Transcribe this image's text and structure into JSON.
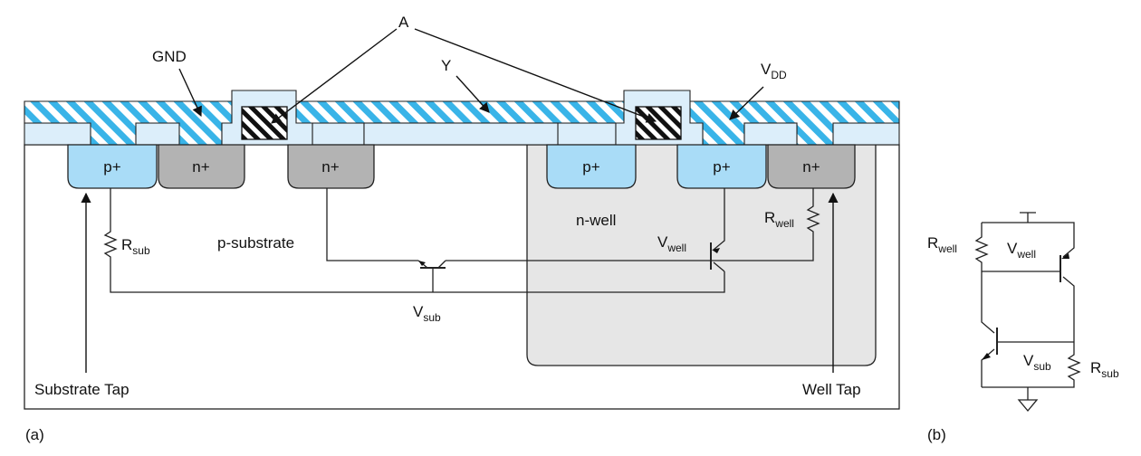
{
  "colors": {
    "oxide": "#dceefa",
    "metal_stripe": "#39b4e8",
    "p_plus": "#a9dcf7",
    "n_plus": "#b3b3b3",
    "n_well": "#e6e6e6",
    "outline": "#222222"
  },
  "panel_a": {
    "caption": "(a)",
    "pointer_a": "A",
    "pointer_gnd": "GND",
    "pointer_y": "Y",
    "vdd": {
      "main": "V",
      "sub": "DD"
    },
    "diffusions": [
      "p+",
      "n+",
      "n+",
      "p+",
      "p+",
      "n+"
    ],
    "p_substrate": "p-substrate",
    "n_well": "n-well",
    "r_sub": {
      "main": "R",
      "sub": "sub"
    },
    "r_well": {
      "main": "R",
      "sub": "well"
    },
    "v_well": {
      "main": "V",
      "sub": "well"
    },
    "v_sub": {
      "main": "V",
      "sub": "sub"
    },
    "substrate_tap": "Substrate Tap",
    "well_tap": "Well Tap"
  },
  "panel_b": {
    "caption": "(b)",
    "r_well": {
      "main": "R",
      "sub": "well"
    },
    "v_well": {
      "main": "V",
      "sub": "well"
    },
    "v_sub": {
      "main": "V",
      "sub": "sub"
    },
    "r_sub": {
      "main": "R",
      "sub": "sub"
    }
  }
}
